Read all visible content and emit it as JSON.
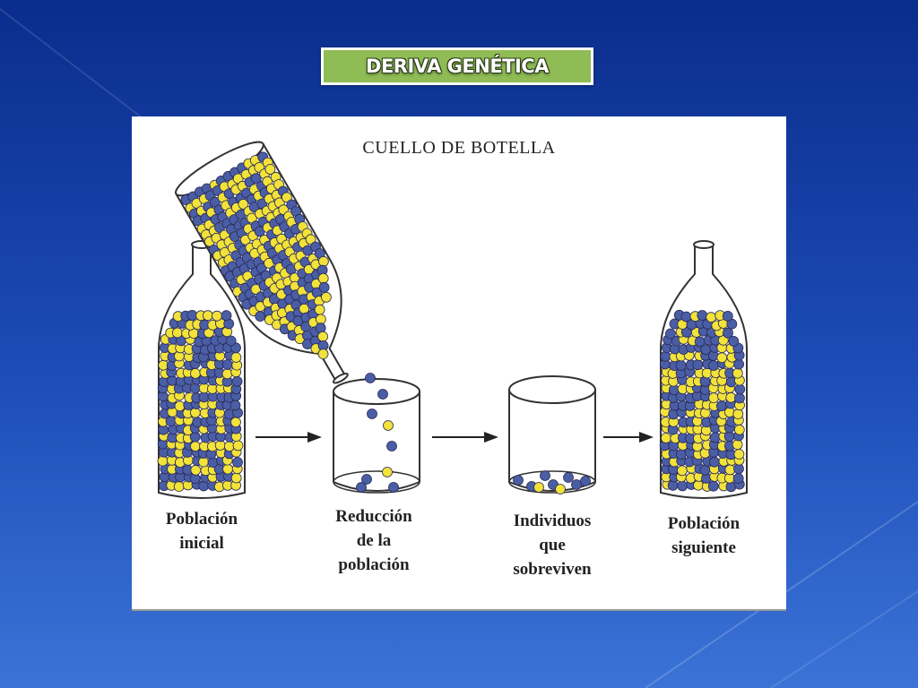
{
  "slide": {
    "title": "DERIVA GENÉTICA"
  },
  "diagram": {
    "title": "CUELLO DE BOTELLA",
    "colors": {
      "blue_allele": "#4a5ea6",
      "yellow_allele": "#f2e23a",
      "accent": "#8fbc55"
    },
    "stages": [
      {
        "id": "initial",
        "lines": [
          "Población",
          "inicial"
        ]
      },
      {
        "id": "reduction",
        "lines": [
          "Reducción",
          "de la",
          "población"
        ]
      },
      {
        "id": "survivors",
        "lines": [
          "Individuos",
          "que",
          "sobreviven"
        ]
      },
      {
        "id": "next",
        "lines": [
          "Población",
          "siguiente"
        ]
      }
    ]
  }
}
